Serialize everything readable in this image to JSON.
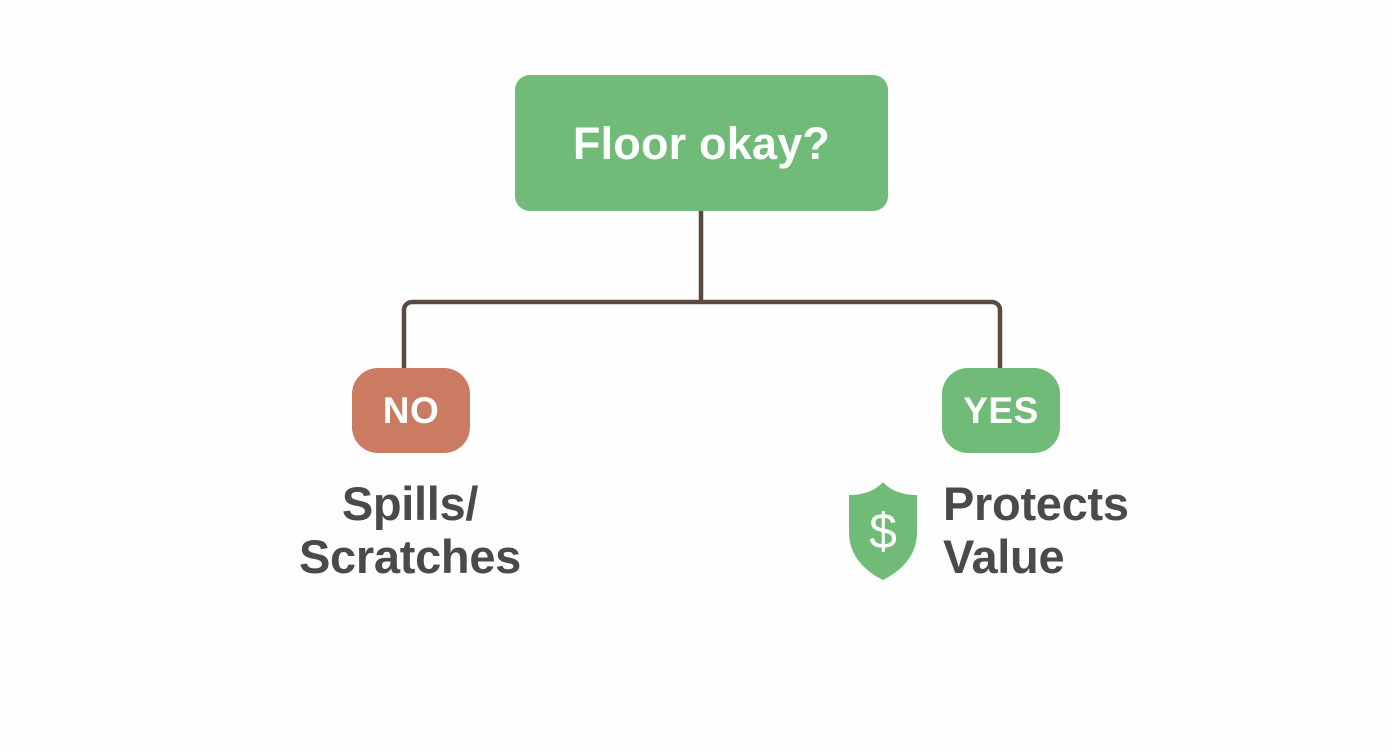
{
  "diagram": {
    "type": "decision-tree",
    "background_color": "#fefefe",
    "root": {
      "label": "Floor okay?",
      "fill_color": "#6fbb77",
      "text_color": "#ffffff"
    },
    "connector": {
      "color": "#5a4a42",
      "width": 4
    },
    "branches": [
      {
        "id": "no",
        "badge_label": "NO",
        "badge_color": "#cc7b63",
        "badge_text_color": "#ffffff",
        "outcome_text": "Spills/\nScratches",
        "outcome_text_color": "#4a4a4a",
        "icon": null
      },
      {
        "id": "yes",
        "badge_label": "YES",
        "badge_color": "#6fbb77",
        "badge_text_color": "#ffffff",
        "outcome_text": "Protects\nValue",
        "outcome_text_color": "#4a4a4a",
        "icon": "shield-dollar-icon",
        "icon_color": "#6fbb77",
        "icon_symbol": "$"
      }
    ]
  }
}
